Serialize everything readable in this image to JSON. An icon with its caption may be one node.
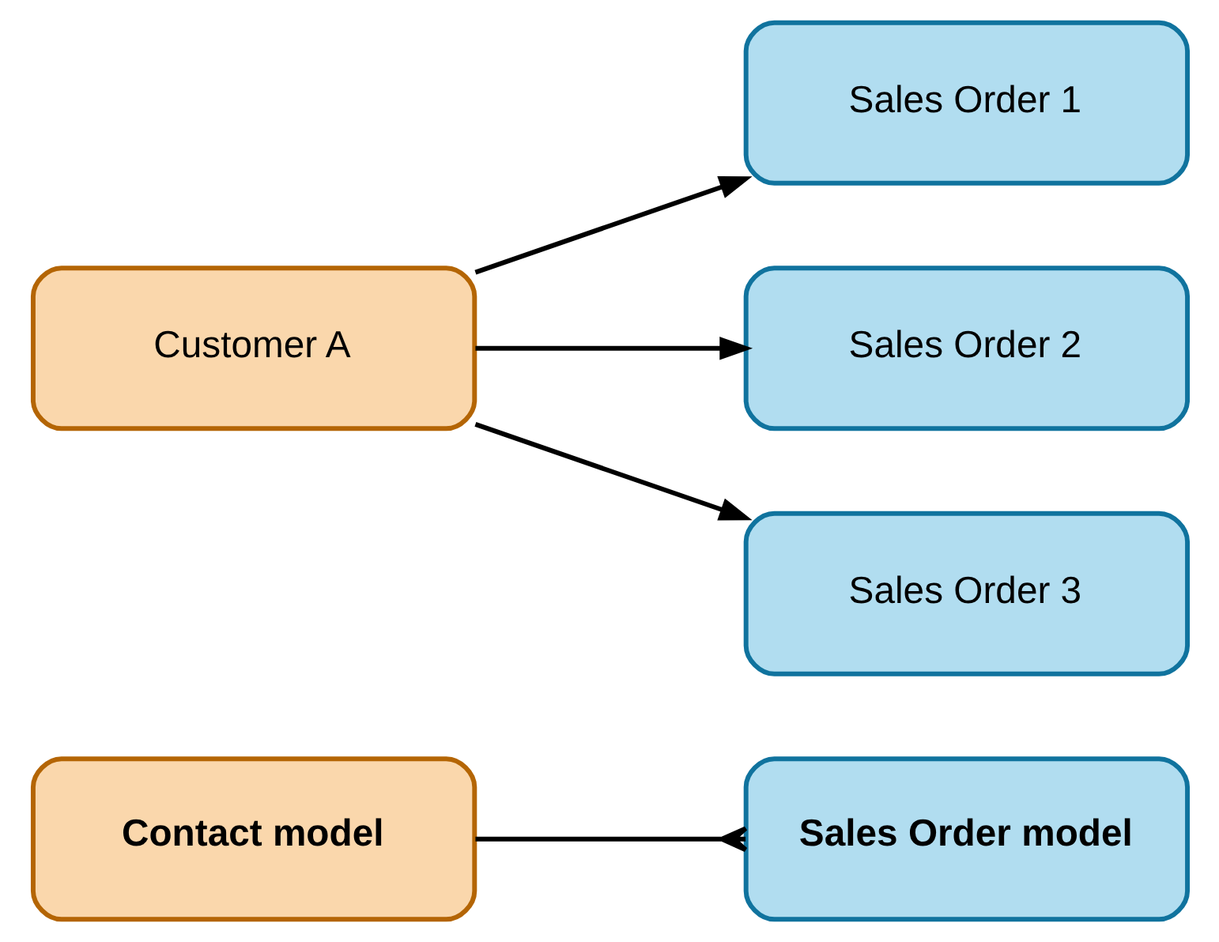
{
  "diagram": {
    "nodes": [
      {
        "text": [
          "Contact model"
        ]
      },
      {
        "text": [
          "Sales Order model"
        ]
      },
      {
        "text": [
          "Customer A"
        ]
      },
      {
        "text": [
          "Sales Order 1"
        ]
      },
      {
        "text": [
          "Sales Order 2"
        ]
      },
      {
        "text": [
          "Sales Order 3"
        ]
      }
    ],
    "edges": [
      {
        "from": 0,
        "to": 1,
        "arrow": "other"
      },
      {
        "from": 2,
        "to": 3,
        "arrow": "to"
      },
      {
        "from": 2,
        "to": 4,
        "arrow": "to"
      },
      {
        "from": 2,
        "to": 5,
        "arrow": "to"
      }
    ]
  }
}
